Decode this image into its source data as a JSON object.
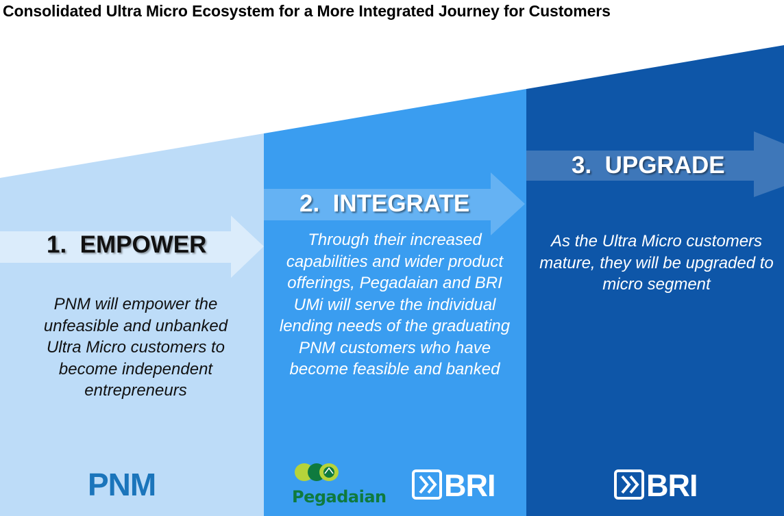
{
  "title": "Consolidated Ultra Micro Ecosystem for a More Integrated Journey for Customers",
  "stages": [
    {
      "heading": "1.  EMPOWER",
      "description": "PNM will empower the unfeasible and unbanked Ultra Micro customers to become independent entrepreneurs",
      "logos": [
        "PNM"
      ]
    },
    {
      "heading": "2.  INTEGRATE",
      "description": "Through their increased capabilities and wider product offerings, Pegadaian and BRI UMi will serve the individual lending needs of the graduating PNM customers who have become feasible and banked",
      "logos": [
        "Pegadaian",
        "BRI"
      ]
    },
    {
      "heading": "3.  UPGRADE",
      "description": "As the Ultra Micro customers mature, they will be upgraded to micro segment",
      "logos": [
        "BRI"
      ]
    }
  ],
  "colors": {
    "stage1": "#bddcf8",
    "stage2": "#3a9df0",
    "stage3": "#0e56a8",
    "pnm_blue": "#1b75bb",
    "pegadaian_green": "#0f7a3e"
  }
}
